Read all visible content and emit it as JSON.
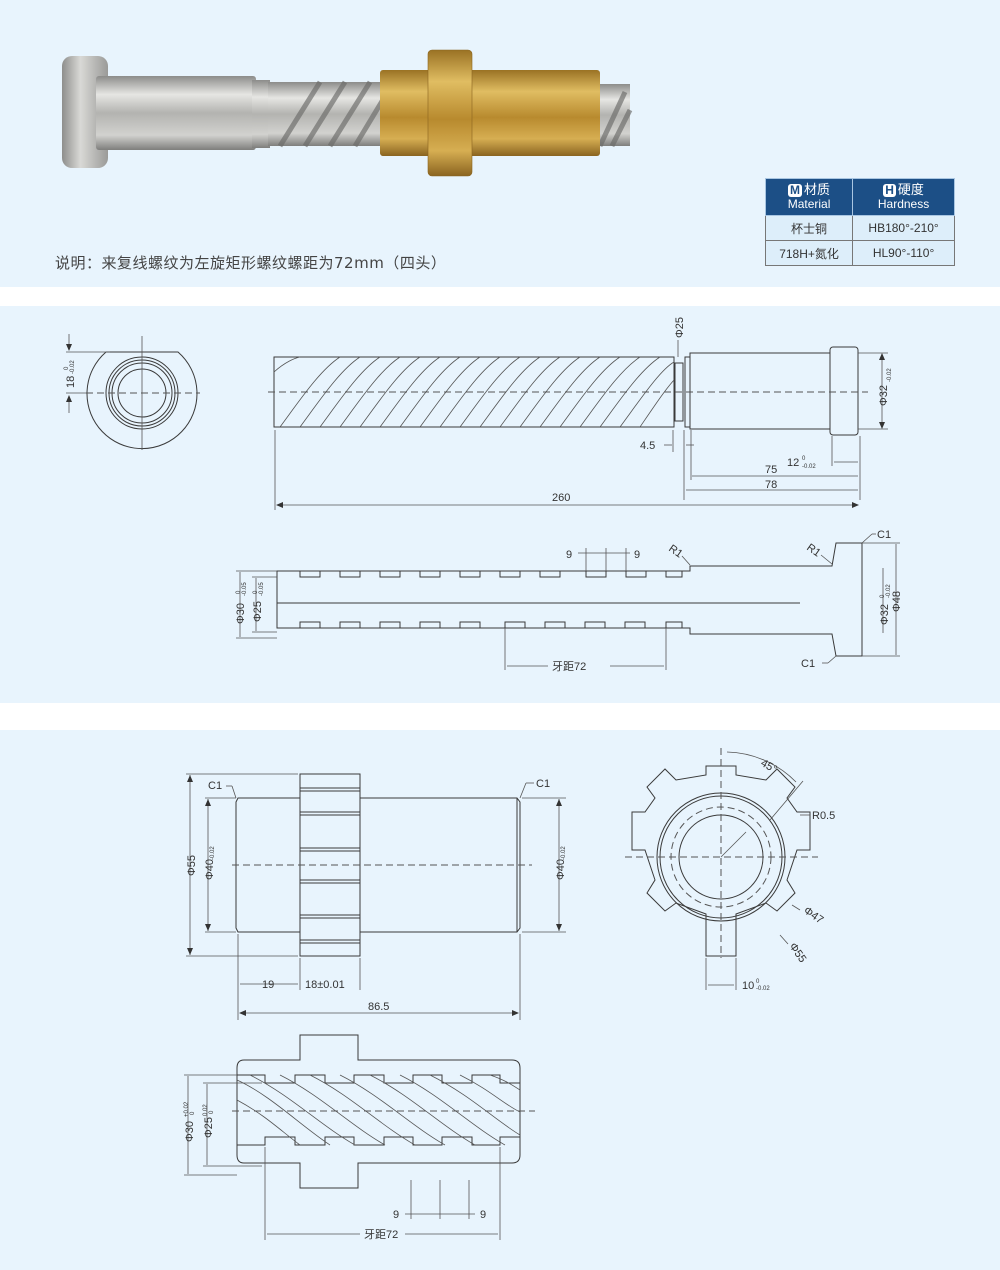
{
  "note": {
    "text": "说明：来复线螺纹为左旋矩形螺纹螺距为72mm（四头）"
  },
  "spec_table": {
    "headers": [
      {
        "badge": "M",
        "label_cn": "材质",
        "label_en": "Material"
      },
      {
        "badge": "H",
        "label_cn": "硬度",
        "label_en": "Hardness"
      }
    ],
    "rows": [
      {
        "material": "杯士铜",
        "hardness": "HB180°-210°"
      },
      {
        "material": "718H+氮化",
        "hardness": "HL90°-110°"
      }
    ],
    "header_color": "#1c4f86",
    "cell_color": "#ddeefa"
  },
  "photo": {
    "description": "Helical rifling screw shaft with brass nut",
    "steel_color": "#b9b9b6",
    "brass_color": "#c79b3e"
  },
  "panel_colors": {
    "background": "#e8f4fd",
    "page": "#ffffff"
  },
  "drawing_shaft": {
    "end_view": {
      "dim_18": "18",
      "tol_18_upper": "0",
      "tol_18_lower": "-0.02"
    },
    "side_view": {
      "dia_25": "Φ25",
      "dia_32": "Φ32",
      "tol_32": "-0.02",
      "len_4_5": "4.5",
      "len_12": "12",
      "tol_12_upper": "0",
      "tol_12_lower": "-0.02",
      "len_75": "75",
      "len_78": "78",
      "len_260": "260"
    },
    "section_view": {
      "dia_30": "Φ30",
      "tol_30_upper": "0",
      "tol_30_lower": "-0.05",
      "dia_25": "Φ25",
      "tol_25_upper": "0",
      "tol_25_lower": "-0.05",
      "groove_9a": "9",
      "groove_9b": "9",
      "r1_a": "R1",
      "r1_b": "R1",
      "c1_top": "C1",
      "c1_bottom": "C1",
      "dia_32": "Φ32",
      "tol_32_upper": "0",
      "tol_32_lower": "-0.02",
      "dia_48": "Φ48",
      "pitch": "牙距72"
    }
  },
  "drawing_nut": {
    "side_view": {
      "c1_left": "C1",
      "c1_right": "C1",
      "dia_55": "Φ55",
      "dia_40_left": "Φ40",
      "tol_40_left": "-0.02",
      "dia_40_right": "Φ40",
      "tol_40_right": "-0.02",
      "len_19": "19",
      "len_18": "18±0.01",
      "len_86_5": "86.5"
    },
    "end_view": {
      "angle": "45°",
      "r0_5": "R0.5",
      "dia_47": "Φ47",
      "dia_55": "Φ55",
      "width_10": "10",
      "tol_10_upper": "0",
      "tol_10_lower": "-0.02"
    },
    "section_view": {
      "dia_30": "Φ30",
      "tol_30_upper": "+0.02",
      "tol_30_lower": "0",
      "dia_25": "Φ25",
      "tol_25_upper": "0.02",
      "tol_25_lower": "0",
      "groove_9a": "9",
      "groove_9b": "9",
      "pitch": "牙距72"
    }
  }
}
